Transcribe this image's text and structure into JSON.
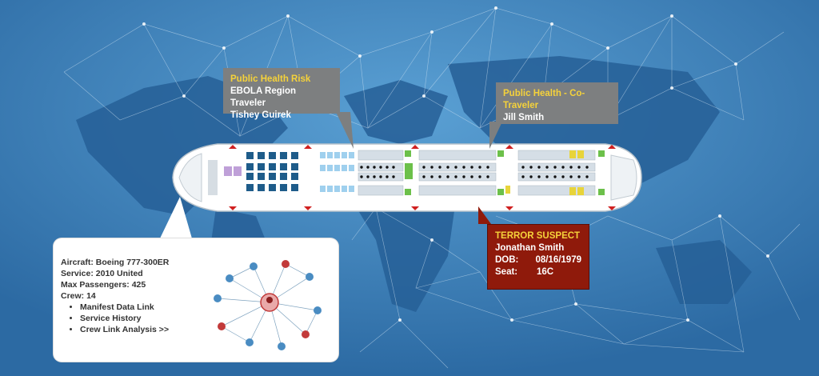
{
  "callouts": {
    "ebola": {
      "header": "Public Health Risk",
      "line1": "EBOLA Region Traveler",
      "line2": "Tishey Guirek"
    },
    "co_traveler": {
      "header": "Public Health - Co-Traveler",
      "line1": "Jill Smith"
    },
    "terror": {
      "header": "TERROR SUSPECT",
      "name": "Jonathan Smith",
      "dob_label": "DOB:",
      "dob_value": "08/16/1979",
      "seat_label": "Seat:",
      "seat_value": "16C"
    }
  },
  "aircraft_info": {
    "aircraft": "Aircraft: Boeing 777-300ER",
    "service": "Service: 2010 United",
    "max_passengers": "Max Passengers:  425",
    "crew": "Crew: 14",
    "links": [
      "Manifest Data Link",
      "Service History",
      "Crew Link Analysis >>"
    ]
  },
  "colors": {
    "ocean": "#3a7fb8",
    "land": "#245a93",
    "callout_gray": "#7d7f80",
    "callout_red": "#8f1a0b",
    "highlight": "#f5d23a",
    "seat_blue": "#1e5c8a",
    "seat_light_blue": "#9fd0ee",
    "seat_green": "#6cc04a",
    "seat_yellow": "#e8d43a"
  }
}
